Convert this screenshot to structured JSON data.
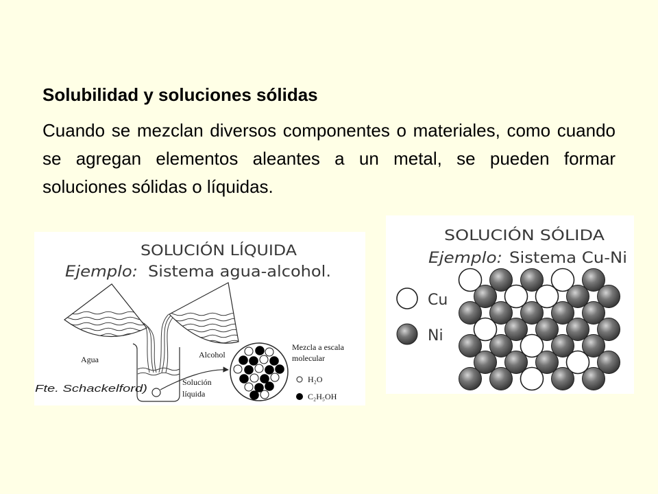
{
  "slide": {
    "background_color": "#ffffe6",
    "title": "Solubilidad y soluciones sólidas",
    "body_lines": [
      "Cuando se mezclan diversos componentes o materiales, como cuando",
      "se agregan elementos aleantes a un metal, se pueden formar",
      "soluciones sólidas o líquidas."
    ]
  },
  "liquid_solution_figure": {
    "heading": "SOLUCIÓN LÍQUIDA",
    "example_label": "Ejemplo:",
    "example_text": "Sistema agua-alcohol.",
    "water_label": "Agua",
    "alcohol_label": "Alcohol",
    "solution_label": [
      "Solución",
      "líquida"
    ],
    "mixture_label": [
      "Mezcla a escala",
      "molecular"
    ],
    "legend": [
      {
        "label": "H₂O",
        "color": "#ffffff"
      },
      {
        "label": "C₂H₅OH",
        "color": "#000000"
      }
    ],
    "source": "Fte. Schackelford)"
  },
  "solid_solution_figure": {
    "heading": "SOLUCIÓN SÓLIDA",
    "example_label": "Ejemplo:",
    "example_text": "Sistema Cu-Ni",
    "legend": [
      {
        "label": "Cu",
        "color": "#ffffff"
      },
      {
        "label": "Ni",
        "color": "#767676"
      }
    ]
  }
}
